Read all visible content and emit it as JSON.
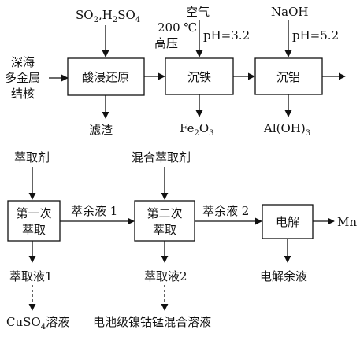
{
  "part1": {
    "feed": [
      "深海",
      "多金属",
      "结核"
    ],
    "reagent_acid": "SO2,H2SO4",
    "box_leach": "酸浸还原",
    "residue": "滤渣",
    "air": "空气",
    "conditions": [
      "200 ℃",
      "高压"
    ],
    "ph_iron": "pH=3.2",
    "box_iron": "沉铁",
    "product_iron": "Fe2O3",
    "reagent_naoh": "NaOH",
    "ph_al": "pH=5.2",
    "box_al": "沉铝",
    "product_al": "Al(OH)3"
  },
  "part2": {
    "extractant": "萃取剂",
    "box_first": [
      "第一次",
      "萃取"
    ],
    "raffinate1": "萃余液 1",
    "extract1": "萃取液1",
    "cuso4": "CuSO4溶液",
    "mixed_extractant": "混合萃取剂",
    "box_second": [
      "第二次",
      "萃取"
    ],
    "raffinate2": "萃余液 2",
    "extract2": "萃取液2",
    "battery_solution": "电池级镍钴锰混合溶液",
    "box_electrolysis": "电解",
    "product_mn": "Mn",
    "electrolyte_residue": "电解余液"
  },
  "colors": {
    "ink": "#111111",
    "background": "#ffffff"
  }
}
